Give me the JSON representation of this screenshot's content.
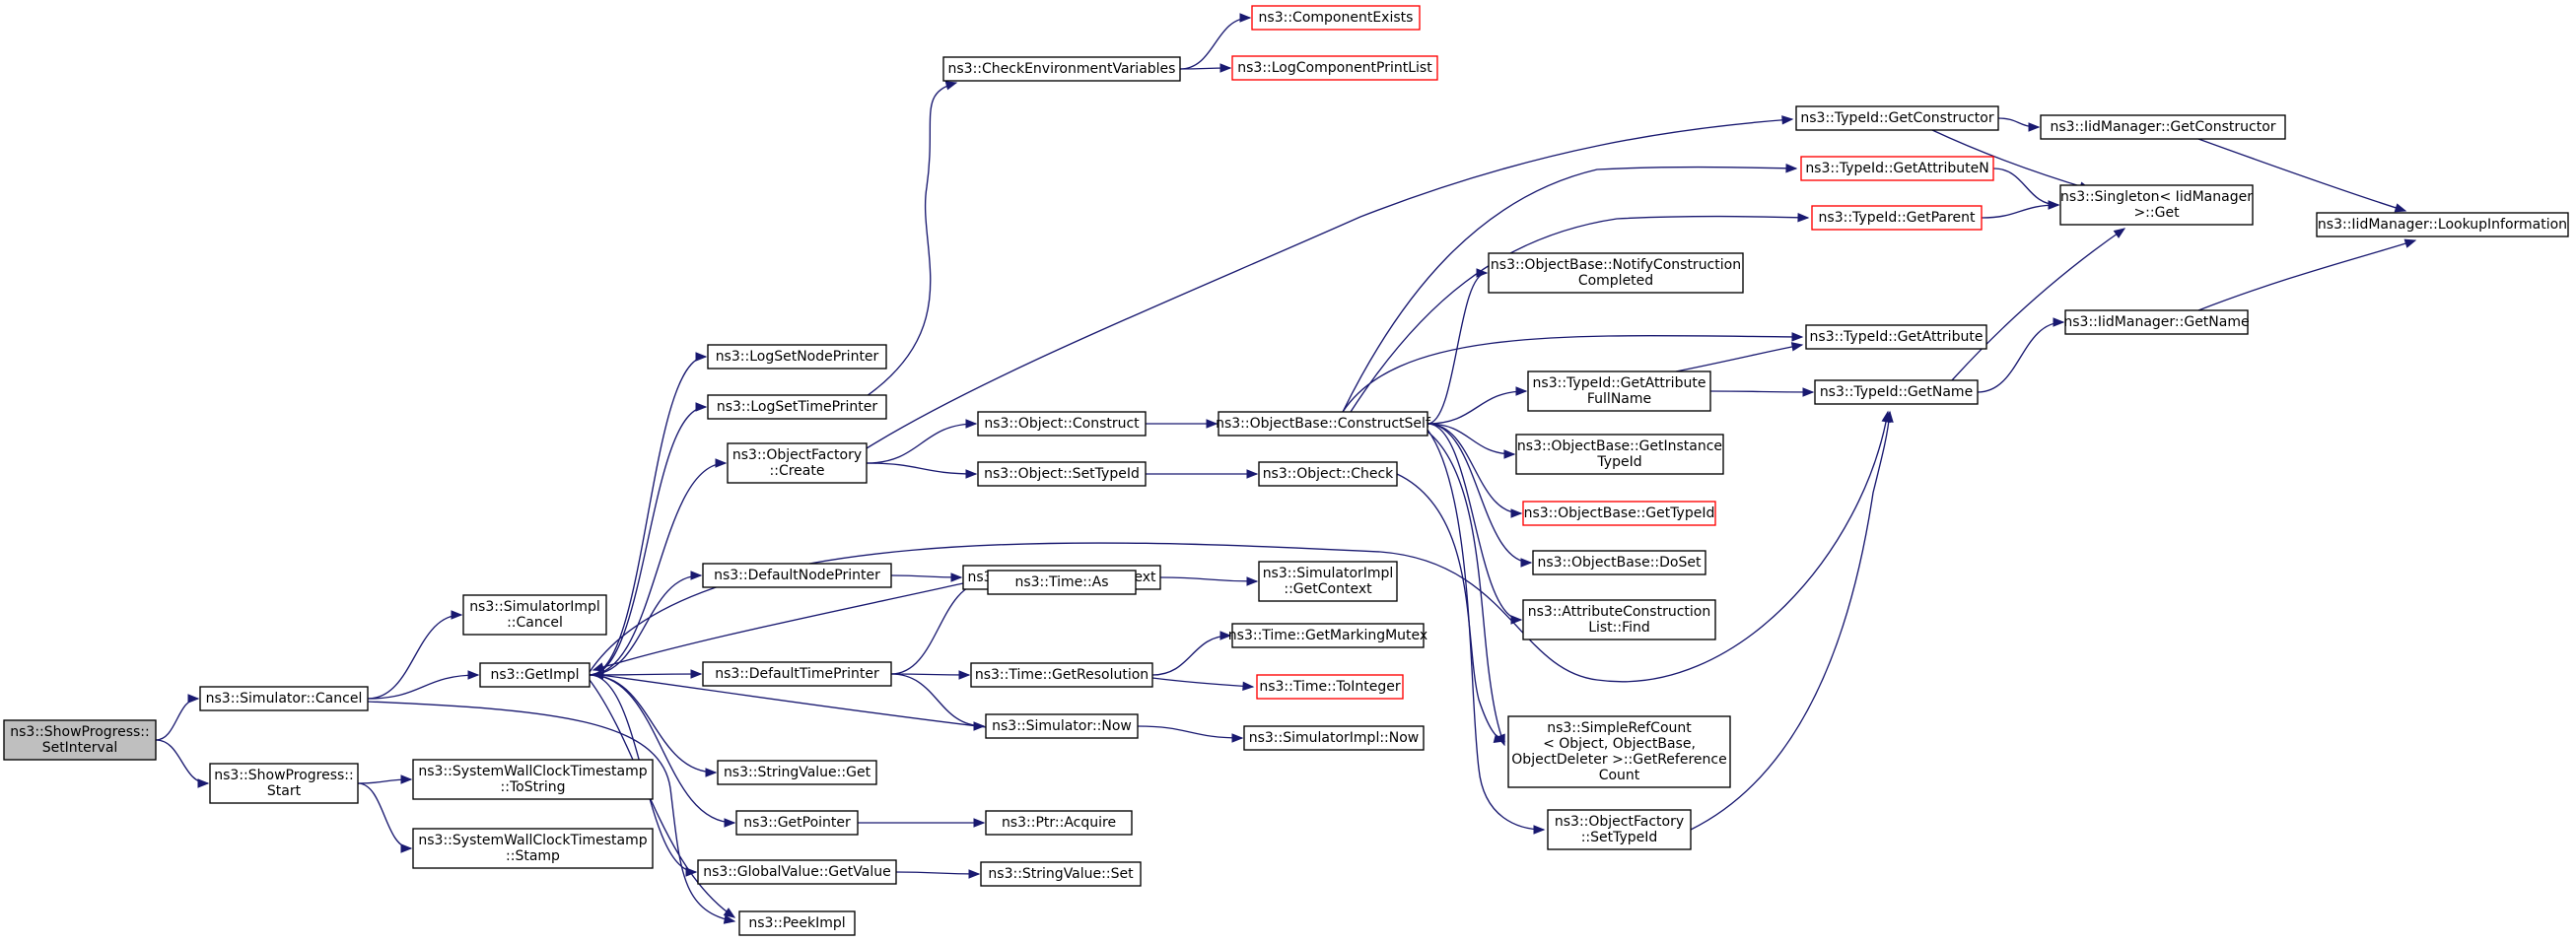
{
  "graph": {
    "title": "",
    "edge_color": "#191970",
    "truncated_border_color": "#ff0000",
    "root_fill": "#bfbfbf",
    "nodes": [
      {
        "id": "showprogress_setinterval",
        "lines": [
          "ns3::ShowProgress::",
          "SetInterval"
        ],
        "root": true
      },
      {
        "id": "simulator_cancel",
        "lines": [
          "ns3::Simulator::Cancel"
        ]
      },
      {
        "id": "showprogress_start",
        "lines": [
          "ns3::ShowProgress::",
          "Start"
        ]
      },
      {
        "id": "simulatorimpl_cancel",
        "lines": [
          "ns3::SimulatorImpl",
          "::Cancel"
        ]
      },
      {
        "id": "getimpl",
        "lines": [
          "ns3::GetImpl"
        ]
      },
      {
        "id": "swct_tostring",
        "lines": [
          "ns3::SystemWallClockTimestamp",
          "::ToString"
        ]
      },
      {
        "id": "swct_stamp",
        "lines": [
          "ns3::SystemWallClockTimestamp",
          "::Stamp"
        ]
      },
      {
        "id": "logsetnodeprinter",
        "lines": [
          "ns3::LogSetNodePrinter"
        ]
      },
      {
        "id": "logsettimeprinter",
        "lines": [
          "ns3::LogSetTimePrinter"
        ]
      },
      {
        "id": "objectfactory_create",
        "lines": [
          "ns3::ObjectFactory",
          "::Create"
        ]
      },
      {
        "id": "defaultnodeprinter",
        "lines": [
          "ns3::DefaultNodePrinter"
        ]
      },
      {
        "id": "defaulttimeprinter",
        "lines": [
          "ns3::DefaultTimePrinter"
        ]
      },
      {
        "id": "stringvalue_get",
        "lines": [
          "ns3::StringValue::Get"
        ]
      },
      {
        "id": "getpointer",
        "lines": [
          "ns3::GetPointer"
        ]
      },
      {
        "id": "globalvalue_getvalue",
        "lines": [
          "ns3::GlobalValue::GetValue"
        ]
      },
      {
        "id": "peekimpl",
        "lines": [
          "ns3::PeekImpl"
        ]
      },
      {
        "id": "checkenvvars",
        "lines": [
          "ns3::CheckEnvironmentVariables"
        ]
      },
      {
        "id": "object_construct",
        "lines": [
          "ns3::Object::Construct"
        ]
      },
      {
        "id": "object_settypeid",
        "lines": [
          "ns3::Object::SetTypeId"
        ]
      },
      {
        "id": "simulator_getcontext",
        "lines": [
          "ns3::Simulator::GetContext"
        ]
      },
      {
        "id": "time_as",
        "lines": [
          "ns3::Time::As"
        ]
      },
      {
        "id": "time_getresolution",
        "lines": [
          "ns3::Time::GetResolution"
        ]
      },
      {
        "id": "simulator_now",
        "lines": [
          "ns3::Simulator::Now"
        ]
      },
      {
        "id": "ptr_acquire",
        "lines": [
          "ns3::Ptr::Acquire"
        ]
      },
      {
        "id": "stringvalue_set",
        "lines": [
          "ns3::StringValue::Set"
        ]
      },
      {
        "id": "componentexists",
        "lines": [
          "ns3::ComponentExists"
        ],
        "truncated": true
      },
      {
        "id": "logcomponentprintlist",
        "lines": [
          "ns3::LogComponentPrintList"
        ],
        "truncated": true
      },
      {
        "id": "objectbase_constructself",
        "lines": [
          "ns3::ObjectBase::ConstructSelf"
        ]
      },
      {
        "id": "object_check",
        "lines": [
          "ns3::Object::Check"
        ]
      },
      {
        "id": "simulatorimpl_getcontext",
        "lines": [
          "ns3::SimulatorImpl",
          "::GetContext"
        ]
      },
      {
        "id": "time_getmarkingmutex",
        "lines": [
          "ns3::Time::GetMarkingMutex"
        ]
      },
      {
        "id": "time_tointeger",
        "lines": [
          "ns3::Time::ToInteger"
        ],
        "truncated": true
      },
      {
        "id": "simulatorimpl_now",
        "lines": [
          "ns3::SimulatorImpl::Now"
        ]
      },
      {
        "id": "objectbase_notifyconstructioncompleted",
        "lines": [
          "ns3::ObjectBase::NotifyConstruction",
          "Completed"
        ]
      },
      {
        "id": "typeid_getattributefullname",
        "lines": [
          "ns3::TypeId::GetAttribute",
          "FullName"
        ]
      },
      {
        "id": "objectbase_getinstancetypeid",
        "lines": [
          "ns3::ObjectBase::GetInstance",
          "TypeId"
        ]
      },
      {
        "id": "objectbase_gettypeid",
        "lines": [
          "ns3::ObjectBase::GetTypeId"
        ],
        "truncated": true
      },
      {
        "id": "objectbase_doset",
        "lines": [
          "ns3::ObjectBase::DoSet"
        ]
      },
      {
        "id": "attributeconstructionlist_find",
        "lines": [
          "ns3::AttributeConstruction",
          "List::Find"
        ]
      },
      {
        "id": "simplerefcount_getreferencecount",
        "lines": [
          "ns3::SimpleRefCount",
          "< Object, ObjectBase,",
          "ObjectDeleter >::GetReference",
          "Count"
        ]
      },
      {
        "id": "objectfactory_settypeid",
        "lines": [
          "ns3::ObjectFactory",
          "::SetTypeId"
        ]
      },
      {
        "id": "typeid_getconstructor",
        "lines": [
          "ns3::TypeId::GetConstructor"
        ]
      },
      {
        "id": "typeid_getattributen",
        "lines": [
          "ns3::TypeId::GetAttributeN"
        ],
        "truncated": true
      },
      {
        "id": "typeid_getparent",
        "lines": [
          "ns3::TypeId::GetParent"
        ],
        "truncated": true
      },
      {
        "id": "typeid_getattribute",
        "lines": [
          "ns3::TypeId::GetAttribute"
        ]
      },
      {
        "id": "typeid_getname",
        "lines": [
          "ns3::TypeId::GetName"
        ]
      },
      {
        "id": "iidmanager_getconstructor",
        "lines": [
          "ns3::IidManager::GetConstructor"
        ]
      },
      {
        "id": "singleton_get",
        "lines": [
          "ns3::Singleton< IidManager",
          " >::Get"
        ]
      },
      {
        "id": "iidmanager_getname",
        "lines": [
          "ns3::IidManager::GetName"
        ]
      },
      {
        "id": "iidmanager_lookupinformation",
        "lines": [
          "ns3::IidManager::LookupInformation"
        ]
      }
    ],
    "edges": [
      [
        "showprogress_setinterval",
        "simulator_cancel"
      ],
      [
        "showprogress_setinterval",
        "showprogress_start"
      ],
      [
        "simulator_cancel",
        "simulatorimpl_cancel"
      ],
      [
        "simulator_cancel",
        "getimpl"
      ],
      [
        "simulator_cancel",
        "peekimpl"
      ],
      [
        "showprogress_start",
        "swct_tostring"
      ],
      [
        "showprogress_start",
        "swct_stamp"
      ],
      [
        "getimpl",
        "logsetnodeprinter"
      ],
      [
        "getimpl",
        "logsettimeprinter"
      ],
      [
        "getimpl",
        "objectfactory_create"
      ],
      [
        "getimpl",
        "defaultnodeprinter"
      ],
      [
        "getimpl",
        "defaulttimeprinter"
      ],
      [
        "getimpl",
        "stringvalue_get"
      ],
      [
        "getimpl",
        "getpointer"
      ],
      [
        "getimpl",
        "globalvalue_getvalue"
      ],
      [
        "getimpl",
        "peekimpl"
      ],
      [
        "getimpl",
        "typeid_getname"
      ],
      [
        "logsettimeprinter",
        "checkenvvars"
      ],
      [
        "objectfactory_create",
        "object_construct"
      ],
      [
        "objectfactory_create",
        "object_settypeid"
      ],
      [
        "objectfactory_create",
        "typeid_getconstructor"
      ],
      [
        "defaultnodeprinter",
        "simulator_getcontext"
      ],
      [
        "defaulttimeprinter",
        "time_as"
      ],
      [
        "defaulttimeprinter",
        "time_getresolution"
      ],
      [
        "defaulttimeprinter",
        "simulator_now"
      ],
      [
        "getpointer",
        "ptr_acquire"
      ],
      [
        "globalvalue_getvalue",
        "stringvalue_set"
      ],
      [
        "checkenvvars",
        "componentexists"
      ],
      [
        "checkenvvars",
        "logcomponentprintlist"
      ],
      [
        "object_construct",
        "objectbase_constructself"
      ],
      [
        "object_settypeid",
        "object_check"
      ],
      [
        "simulator_getcontext",
        "getimpl"
      ],
      [
        "simulator_getcontext",
        "simulatorimpl_getcontext"
      ],
      [
        "time_getresolution",
        "time_getmarkingmutex"
      ],
      [
        "time_getresolution",
        "time_tointeger"
      ],
      [
        "simulator_now",
        "getimpl"
      ],
      [
        "simulator_now",
        "simulatorimpl_now"
      ],
      [
        "objectbase_constructself",
        "typeid_getattributen"
      ],
      [
        "objectbase_constructself",
        "typeid_getparent"
      ],
      [
        "objectbase_constructself",
        "objectbase_notifyconstructioncompleted"
      ],
      [
        "objectbase_constructself",
        "typeid_getattribute"
      ],
      [
        "objectbase_constructself",
        "typeid_getattributefullname"
      ],
      [
        "objectbase_constructself",
        "objectbase_getinstancetypeid"
      ],
      [
        "objectbase_constructself",
        "objectbase_gettypeid"
      ],
      [
        "objectbase_constructself",
        "objectbase_doset"
      ],
      [
        "objectbase_constructself",
        "attributeconstructionlist_find"
      ],
      [
        "objectbase_constructself",
        "simplerefcount_getreferencecount"
      ],
      [
        "objectbase_constructself",
        "objectfactory_settypeid"
      ],
      [
        "object_check",
        "simplerefcount_getreferencecount"
      ],
      [
        "objectfactory_settypeid",
        "typeid_getname"
      ],
      [
        "typeid_getconstructor",
        "iidmanager_getconstructor"
      ],
      [
        "typeid_getconstructor",
        "singleton_get"
      ],
      [
        "typeid_getattributen",
        "singleton_get"
      ],
      [
        "typeid_getparent",
        "singleton_get"
      ],
      [
        "typeid_getattributefullname",
        "typeid_getattribute"
      ],
      [
        "typeid_getattributefullname",
        "typeid_getname"
      ],
      [
        "typeid_getname",
        "singleton_get"
      ],
      [
        "typeid_getname",
        "iidmanager_getname"
      ],
      [
        "iidmanager_getconstructor",
        "iidmanager_lookupinformation"
      ],
      [
        "iidmanager_getname",
        "iidmanager_lookupinformation"
      ]
    ]
  }
}
